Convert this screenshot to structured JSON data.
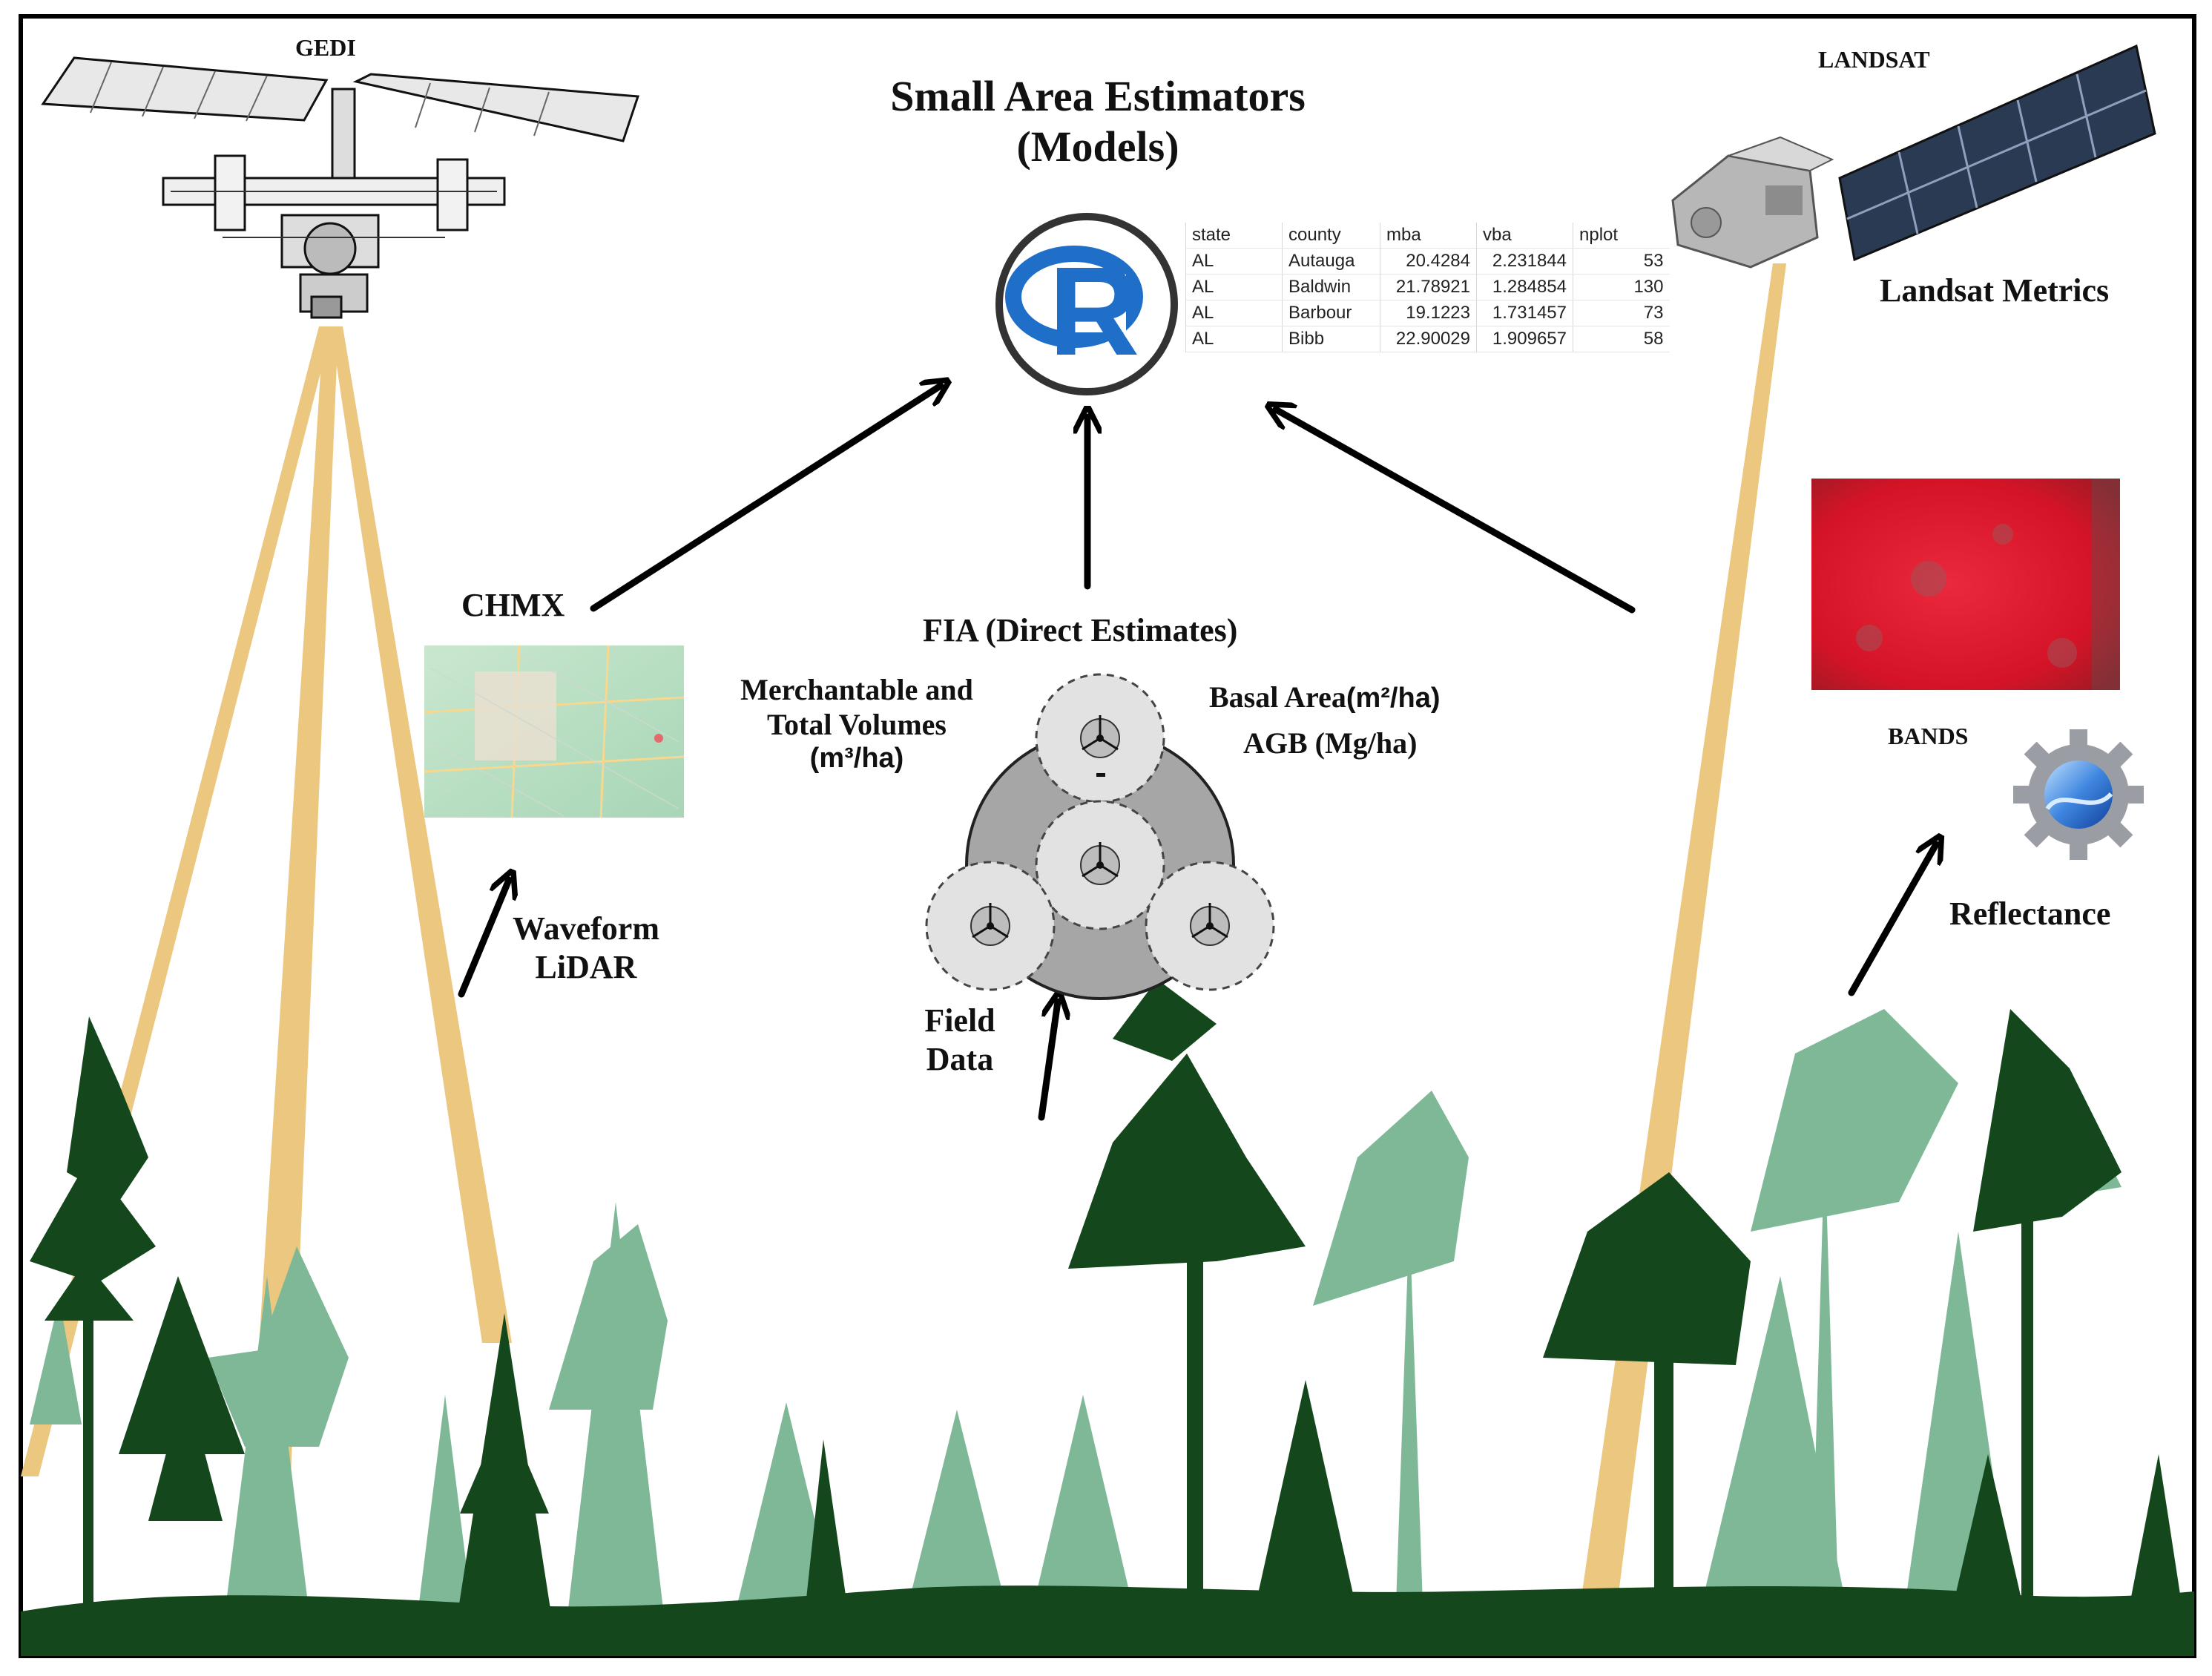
{
  "title": {
    "line1": "Small Area Estimators",
    "line2": "(Models)"
  },
  "satellites": {
    "gedi_label": "GEDI",
    "landsat_label": "LANDSAT"
  },
  "labels": {
    "landsat_metrics": "Landsat Metrics",
    "chmx": "CHMX",
    "fia": "FIA (Direct Estimates)",
    "merch_line1": "Merchantable and",
    "merch_line2": "Total  Volumes",
    "merch_unit": "(m³/ha)",
    "basal_area": "Basal Area",
    "basal_unit": "(m²/ha)",
    "agb": "AGB (Mg/ha)",
    "bands": "BANDS",
    "reflectance": "Reflectance",
    "waveform_line1": "Waveform",
    "waveform_line2": "LiDAR",
    "field_line1": "Field",
    "field_line2": "Data"
  },
  "r_logo_letter": "R",
  "table": {
    "headers": [
      "state",
      "county",
      "mba",
      "vba",
      "nplot"
    ],
    "rows": [
      [
        "AL",
        "Autauga",
        "20.4284",
        "2.231844",
        "53"
      ],
      [
        "AL",
        "Baldwin",
        "21.78921",
        "1.284854",
        "130"
      ],
      [
        "AL",
        "Barbour",
        "19.1223",
        "1.731457",
        "73"
      ],
      [
        "AL",
        "Bibb",
        "22.90029",
        "1.909657",
        "58"
      ]
    ]
  },
  "icons": {
    "gedi": "iss-satellite-icon",
    "landsat": "landsat-satellite-icon",
    "r": "r-logo-icon",
    "map": "street-map-thumbnail",
    "landsat_image": "false-color-landsat-image",
    "earth_engine": "gear-earth-engine-icon",
    "plot": "fia-plot-diagram"
  },
  "colors": {
    "beam": "#ecc77f",
    "dark_tree": "#14471c",
    "light_tree": "#7eb897",
    "r_blue": "#1f6fc9",
    "landsat_red": "#e0192d",
    "map_green": "#b8dfc3",
    "plot_gray": "#a6a6a6",
    "subplot_gray": "#e2e2e2"
  }
}
